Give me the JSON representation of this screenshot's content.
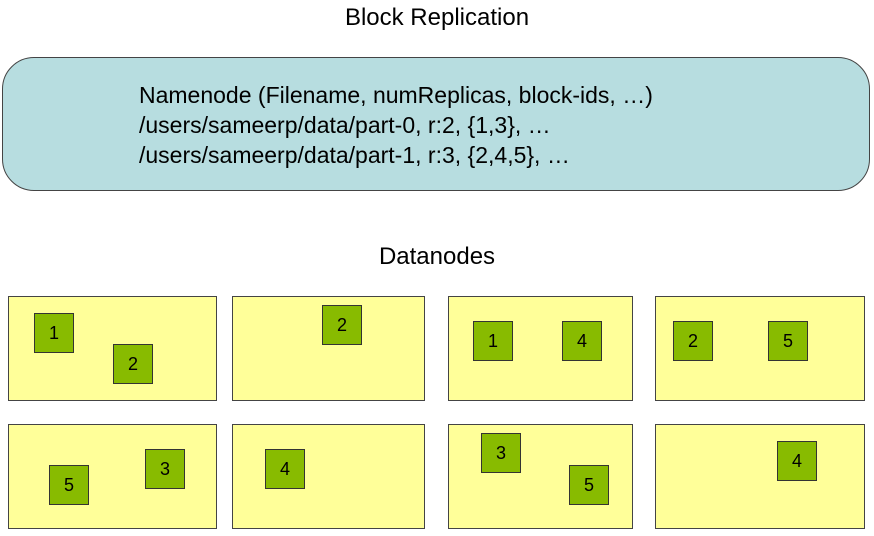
{
  "title": "Block Replication",
  "namenode": {
    "lines": [
      "Namenode (Filename, numReplicas, block-ids, …)",
      "/users/sameerp/data/part-0, r:2, {1,3}, …",
      "/users/sameerp/data/part-1, r:3, {2,4,5}, …"
    ]
  },
  "datanodes_label": "Datanodes",
  "datanodes": [
    {
      "blocks": [
        "1",
        "2"
      ]
    },
    {
      "blocks": [
        "2"
      ]
    },
    {
      "blocks": [
        "1",
        "4"
      ]
    },
    {
      "blocks": [
        "2",
        "5"
      ]
    },
    {
      "blocks": [
        "5",
        "3"
      ]
    },
    {
      "blocks": [
        "4"
      ]
    },
    {
      "blocks": [
        "3",
        "5"
      ]
    },
    {
      "blocks": [
        "4"
      ]
    }
  ],
  "colors": {
    "namenode_fill": "#b7dde0",
    "datanode_fill": "#ffff99",
    "block_fill": "#88bb00"
  }
}
